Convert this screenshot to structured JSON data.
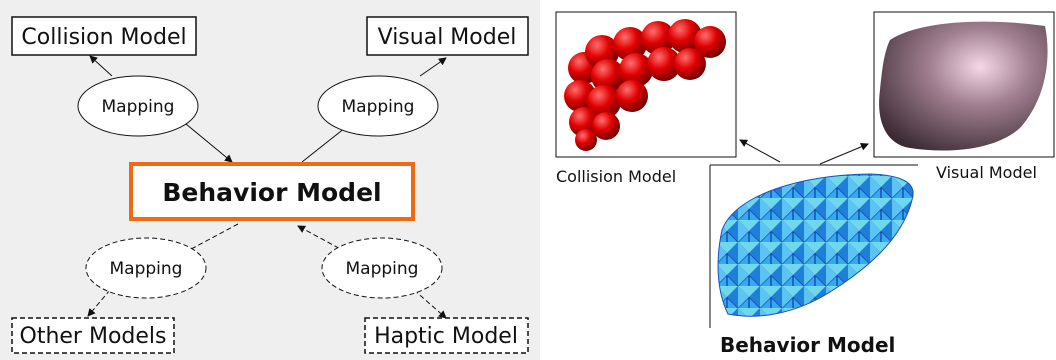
{
  "left_diagram": {
    "collision": "Collision Model",
    "visual": "Visual Model",
    "behavior": "Behavior Model",
    "other": "Other Models",
    "haptic": "Haptic Model",
    "mapping_tl": "Mapping",
    "mapping_tr": "Mapping",
    "mapping_bl": "Mapping",
    "mapping_br": "Mapping",
    "colors": {
      "behavior_border": "#ee6a14",
      "background": "#efefef"
    }
  },
  "right_diagram": {
    "collision_label": "Collision Model",
    "visual_label": "Visual Model",
    "behavior_label": "Behavior Model",
    "colors": {
      "collision": "#e00000",
      "visual": "#6e5660",
      "behavior": "#2a9fe0"
    }
  }
}
